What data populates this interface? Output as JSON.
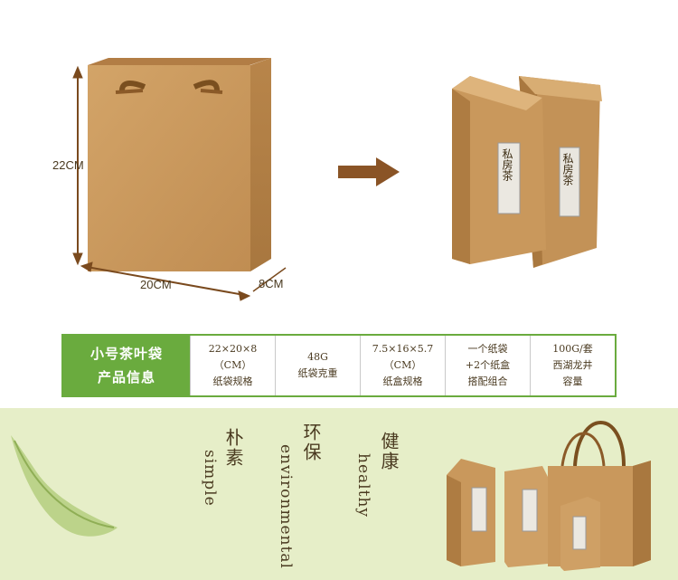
{
  "dimensions": {
    "height": "22CM",
    "width": "20CM",
    "depth": "8CM"
  },
  "tea_label": "私房茶",
  "info_strip": {
    "header": [
      "小号茶叶袋",
      "产品信息"
    ],
    "cells": [
      {
        "lines": [
          "22×20×8",
          "（CM）",
          "纸袋规格"
        ]
      },
      {
        "lines": [
          "48G",
          "纸袋克重"
        ]
      },
      {
        "lines": [
          "7.5×16×5.7",
          "（CM）",
          "纸盒规格"
        ]
      },
      {
        "lines": [
          "一个纸袋",
          "+2个纸盒",
          "搭配组合"
        ]
      },
      {
        "lines": [
          "100G/套",
          "西湖龙井",
          "容量"
        ]
      }
    ]
  },
  "banner": {
    "words": [
      {
        "zh": "朴素",
        "en": "simple"
      },
      {
        "zh": "环保",
        "en": "environmental"
      },
      {
        "zh": "健康",
        "en": "healthy"
      }
    ]
  },
  "colors": {
    "accent_green": "#6aab3e",
    "kraft": "#c9975a",
    "banner_bg": "#e6eec8"
  }
}
